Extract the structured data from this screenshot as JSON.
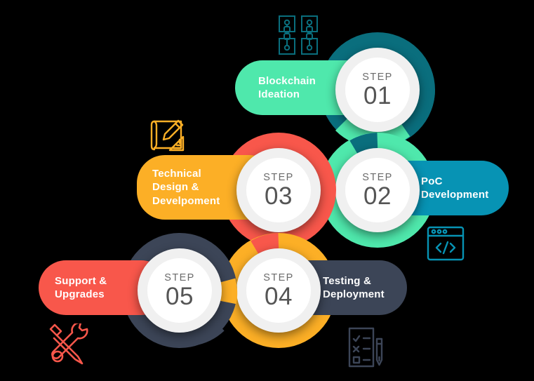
{
  "background": "#000000",
  "palette": {
    "mint": "#4FE8AC",
    "teal_dark": "#0A6E7D",
    "blue": "#0793B4",
    "red": "#F8574B",
    "orange": "#FCAF26",
    "navy": "#3C4557",
    "disc_outer": "#F0F0F0",
    "disc_inner": "#FFFFFF",
    "step_label_color": "#6B6B6B",
    "step_number_color": "#555555",
    "pill_text": "#FFFFFF"
  },
  "step_word": "STEP",
  "steps": [
    {
      "id": "step-01",
      "number": "01",
      "step_word": "STEP",
      "label": "Blockchain\nIdeation",
      "pill_color": "#4FE8AC",
      "ring_color": "#0A6E7D",
      "ring_accent": "#4FE8AC",
      "pill_side": "left"
    },
    {
      "id": "step-02",
      "number": "02",
      "step_word": "STEP",
      "label": "PoC\nDevelopment",
      "pill_color": "#0793B4",
      "ring_color": "#4FE8AC",
      "ring_accent": "#0A6E7D",
      "pill_side": "right"
    },
    {
      "id": "step-03",
      "number": "03",
      "step_word": "STEP",
      "label": "Technical\nDesign &\nDevelpoment",
      "pill_color": "#FCAF26",
      "ring_color": "#F8574B",
      "ring_accent": "#4FE8AC",
      "pill_side": "left"
    },
    {
      "id": "step-04",
      "number": "04",
      "step_word": "STEP",
      "label": "Testing &\nDeployment",
      "pill_color": "#3C4557",
      "ring_color": "#FCAF26",
      "ring_accent": "#F8574B",
      "pill_side": "right"
    },
    {
      "id": "step-05",
      "number": "05",
      "step_word": "STEP",
      "label": "Support &\nUpgrades",
      "pill_color": "#F8574B",
      "ring_color": "#3C4557",
      "ring_accent": "#FCAF26",
      "pill_side": "left"
    }
  ],
  "icons": [
    {
      "name": "blockchain-icon",
      "color": "#0A6E7D"
    },
    {
      "name": "blueprint-design-icon",
      "color": "#FCAF26"
    },
    {
      "name": "code-window-icon",
      "color": "#0793B4"
    },
    {
      "name": "checklist-testing-icon",
      "color": "#3C4557"
    },
    {
      "name": "tools-support-icon",
      "color": "#F8574B"
    }
  ]
}
